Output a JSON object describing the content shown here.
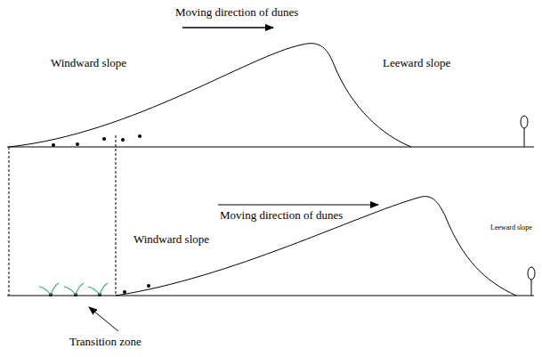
{
  "diagram": {
    "labels": [
      "Moving direction of dunes",
      "Windward slope",
      "Leeward slope",
      "Moving direction of dunes",
      "Windward slope",
      "Leeward slope",
      "Transition zone"
    ]
  }
}
